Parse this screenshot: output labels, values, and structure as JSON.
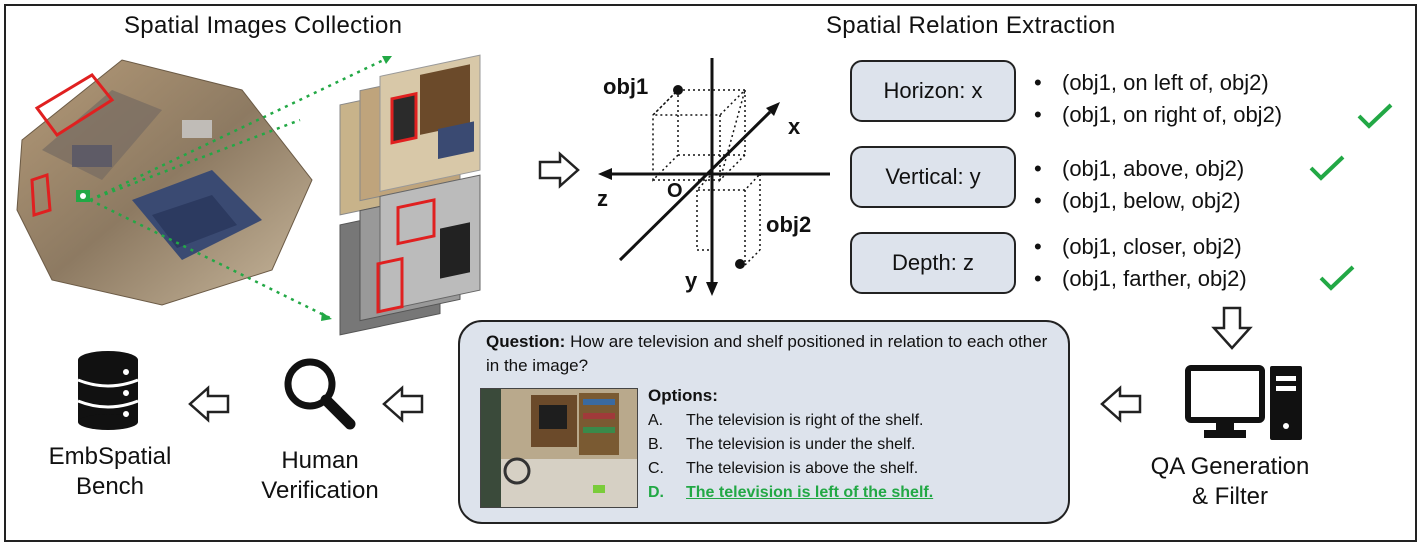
{
  "titles": {
    "left": "Spatial Images Collection",
    "right": "Spatial Relation Extraction"
  },
  "axes": {
    "obj1": "obj1",
    "obj2": "obj2",
    "x": "x",
    "y": "y",
    "z": "z",
    "origin": "O"
  },
  "relations": [
    {
      "label": "Horizon: x",
      "items": [
        {
          "text": "(obj1, on left of, obj2)",
          "check": false
        },
        {
          "text": "(obj1, on right of, obj2)",
          "check": true
        }
      ]
    },
    {
      "label": "Vertical: y",
      "items": [
        {
          "text": "(obj1, above, obj2)",
          "check": true
        },
        {
          "text": "(obj1, below, obj2)",
          "check": false
        }
      ]
    },
    {
      "label": "Depth: z",
      "items": [
        {
          "text": "(obj1, closer, obj2)",
          "check": false
        },
        {
          "text": "(obj1, farther, obj2)",
          "check": true
        }
      ]
    }
  ],
  "bullet": "•",
  "qa": {
    "question_label": "Question:",
    "question_text": " How are television and shelf positioned in relation to each other in the image?",
    "options_label": "Options:",
    "options": [
      {
        "key": "A.",
        "text": "The television is right of the shelf."
      },
      {
        "key": "B.",
        "text": "The television is under the shelf."
      },
      {
        "key": "C.",
        "text": "The television is above the shelf."
      },
      {
        "key": "D.",
        "text": "The television is left of the shelf."
      }
    ]
  },
  "stages": {
    "qa_gen_line1": "QA Generation",
    "qa_gen_line2": "& Filter",
    "human_line1": "Human",
    "human_line2": "Verification",
    "bench_line1": "EmbSpatial",
    "bench_line2": "Bench"
  },
  "colors": {
    "pill": "#dde3ec",
    "check": "#22a845",
    "link": "#22a845",
    "frame": "#222222"
  }
}
